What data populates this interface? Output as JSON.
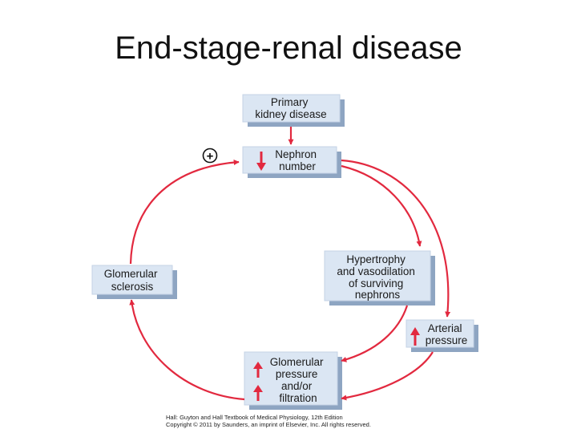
{
  "title": "End-stage-renal disease",
  "boxes": {
    "primary": {
      "lines": [
        "Primary",
        "kidney disease"
      ]
    },
    "nephron": {
      "lines": [
        "Nephron",
        "number"
      ],
      "indicator": "decrease"
    },
    "hypertrophy": {
      "lines": [
        "Hypertrophy",
        "and vasodilation",
        "of surviving",
        "nephrons"
      ]
    },
    "arterial": {
      "lines": [
        "Arterial",
        "pressure"
      ],
      "indicator": "increase"
    },
    "glomerular_pressure": {
      "lines": [
        "Glomerular",
        "pressure",
        "and/or",
        "filtration"
      ],
      "indicator": "increase"
    },
    "sclerosis": {
      "lines": [
        "Glomerular",
        "sclerosis"
      ]
    }
  },
  "feedback_symbol": "+",
  "credit": {
    "line1": "Hall: Guyton and Hall Textbook of Medical Physiology, 12th Edition",
    "line2": "Copyright © 2011 by Saunders, an imprint of Elsevier, Inc. All rights reserved."
  },
  "colors": {
    "box_fill": "#dbe6f3",
    "box_shadow": "#8ea5c2",
    "arrow": "#e2293f"
  }
}
